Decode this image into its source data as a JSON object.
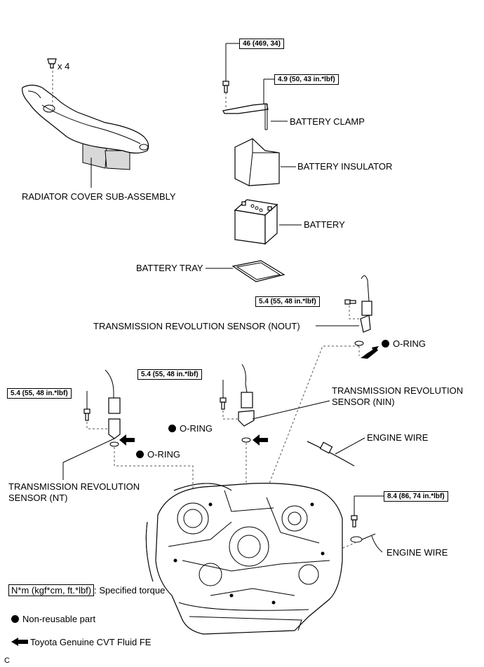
{
  "labels": {
    "bolt_count": "x 4",
    "radiator_cover": "RADIATOR COVER SUB-ASSEMBLY",
    "battery_clamp": "BATTERY CLAMP",
    "battery_insulator": "BATTERY INSULATOR",
    "battery": "BATTERY",
    "battery_tray": "BATTERY TRAY",
    "sensor_nout": "TRANSMISSION REVOLUTION SENSOR (NOUT)",
    "oring_nout": "O-RING",
    "sensor_nin_line1": "TRANSMISSION REVOLUTION",
    "sensor_nin_line2": "SENSOR (NIN)",
    "oring_nin": "O-RING",
    "oring_nt": "O-RING",
    "sensor_nt_line1": "TRANSMISSION REVOLUTION",
    "sensor_nt_line2": "SENSOR (NT)",
    "engine_wire_upper": "ENGINE WIRE",
    "engine_wire_lower": "ENGINE WIRE"
  },
  "torques": {
    "battery_hold_bolt": "46 (469, 34)",
    "battery_clamp_nut": "4.9 (50, 43 in.*lbf)",
    "sensor_nout_bolt": "5.4 (55, 48 in.*lbf)",
    "sensor_nin_bolt": "5.4 (55, 48 in.*lbf)",
    "sensor_nt_bolt": "5.4 (55, 48 in.*lbf)",
    "engine_wire_bolt": "8.4 (86, 74 in.*lbf)"
  },
  "legend": {
    "torque_unit": "N*m (kgf*cm, ft.*lbf)",
    "torque_text": ": Specified torque",
    "non_reusable": "Non-reusable part",
    "fluid": "Toyota Genuine CVT Fluid FE"
  },
  "corner_code": "C",
  "icons": [
    "bolt-icon",
    "non-reusable-dot-icon",
    "fluid-arrow-icon"
  ]
}
